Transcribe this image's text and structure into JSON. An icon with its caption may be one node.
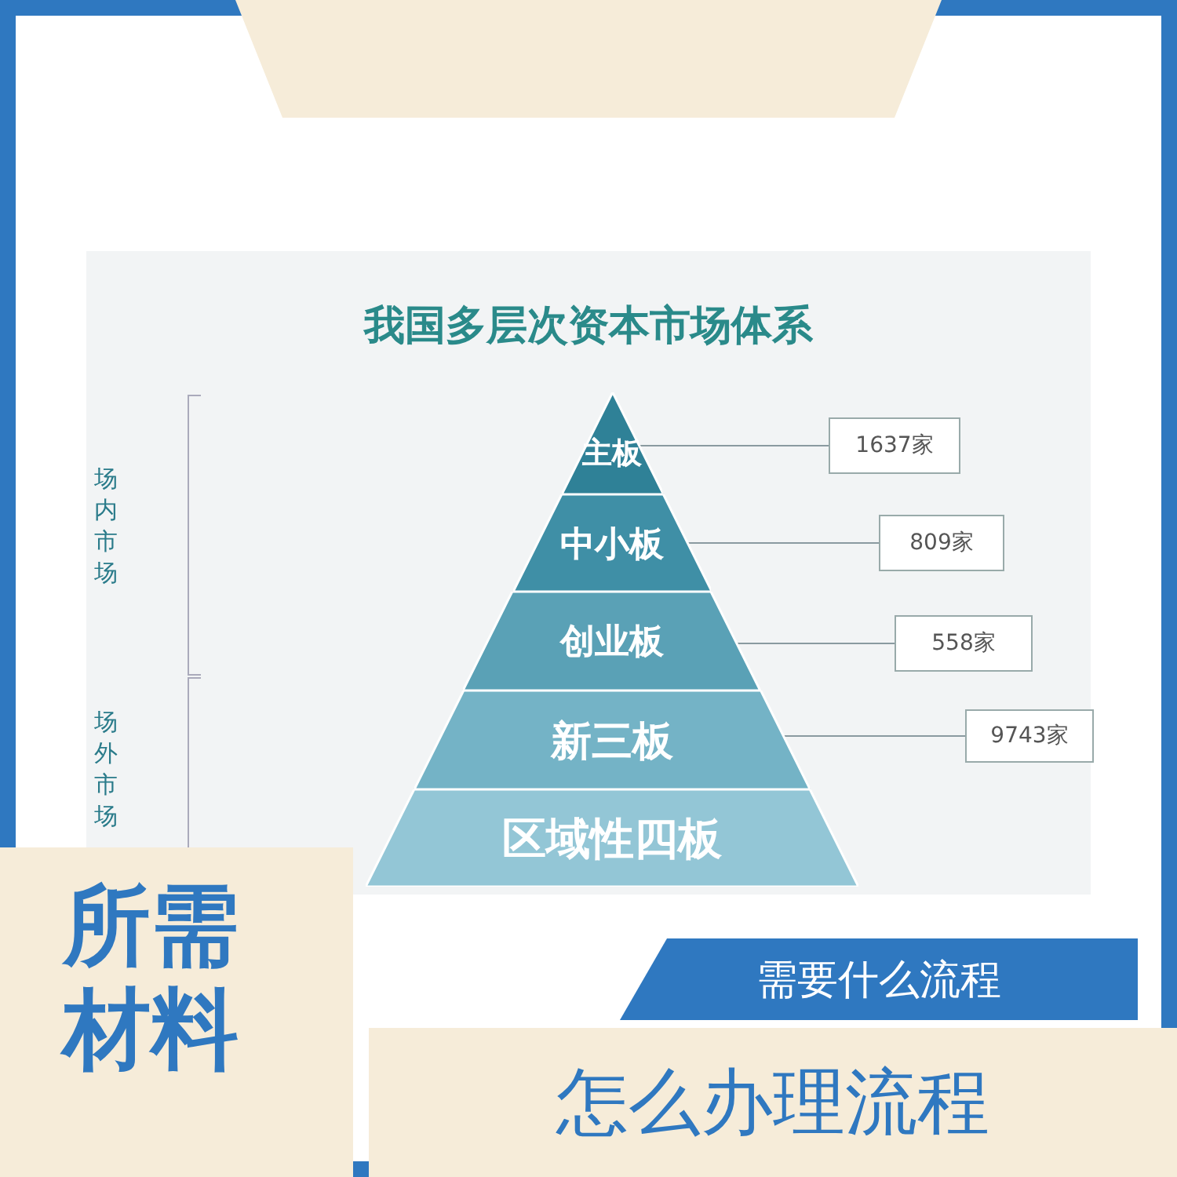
{
  "diagram": {
    "title": "我国多层次资本市场体系",
    "nodes": [
      {
        "text": [],
        "shape": "box"
      },
      {
        "text": [
          "主板"
        ]
      },
      {
        "text": [
          "中小板"
        ]
      },
      {
        "text": [
          "创业板"
        ]
      },
      {
        "text": [
          "新三板"
        ]
      },
      {
        "text": [
          "区域性四板"
        ]
      },
      {
        "text": [
          "1637家"
        ]
      },
      {
        "text": [
          "809家"
        ]
      },
      {
        "text": [
          "558家"
        ]
      },
      {
        "text": [
          "9743家"
        ]
      },
      {
        "text": [
          "所需材料"
        ]
      },
      {
        "text": [
          "需要什么流程"
        ]
      },
      {
        "text": [
          "怎么办理流程"
        ]
      }
    ],
    "edges": [
      {
        "from": 6,
        "to": 1,
        "arrow": "none"
      },
      {
        "from": 7,
        "to": 2,
        "arrow": "none"
      },
      {
        "from": 8,
        "to": 3,
        "arrow": "none"
      },
      {
        "from": 9,
        "to": 4,
        "arrow": "none"
      }
    ],
    "labels": [
      "场内市场",
      "场外市场"
    ]
  }
}
